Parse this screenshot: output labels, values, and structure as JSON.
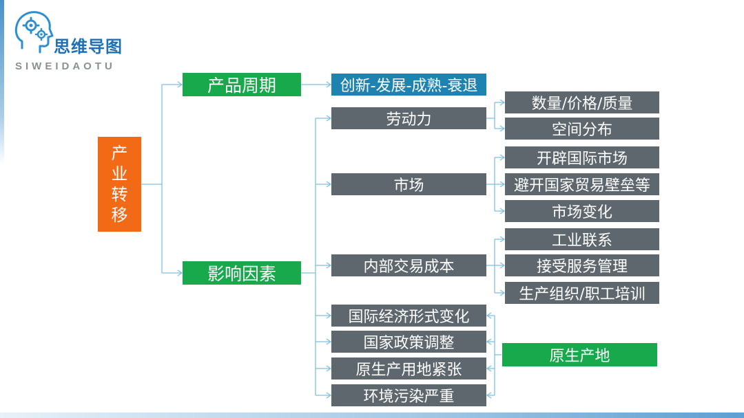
{
  "logo": {
    "title": "思维导图",
    "subtitle": "SIWEIDAOTU",
    "icon": "brain-gear-icon"
  },
  "colors": {
    "root": "#f26a16",
    "branch_green": "#17a94c",
    "cycle_teal": "#1f83b2",
    "factor_gray": "#5e676e",
    "connector": "#7fbfe0"
  },
  "mindmap": {
    "root": {
      "chars": [
        "产",
        "业",
        "转",
        "移"
      ]
    },
    "product_cycle": {
      "label": "产品周期",
      "stages": "创新-发展-成熟-衰退"
    },
    "factors": {
      "label": "影响因素",
      "labor": {
        "label": "劳动力",
        "details": [
          "数量/价格/质量",
          "空间分布"
        ]
      },
      "market": {
        "label": "市场",
        "details": [
          "开辟国际市场",
          "避开国家贸易壁垒等",
          "市场变化"
        ]
      },
      "internal_cost": {
        "label": "内部交易成本",
        "details": [
          "工业联系",
          "接受服务管理",
          "生产组织/职工培训"
        ]
      },
      "origin_group": [
        "国际经济形式变化",
        "国家政策调整",
        "原生产用地紧张",
        "环境污染严重"
      ],
      "origin_label": "原生产地"
    }
  }
}
